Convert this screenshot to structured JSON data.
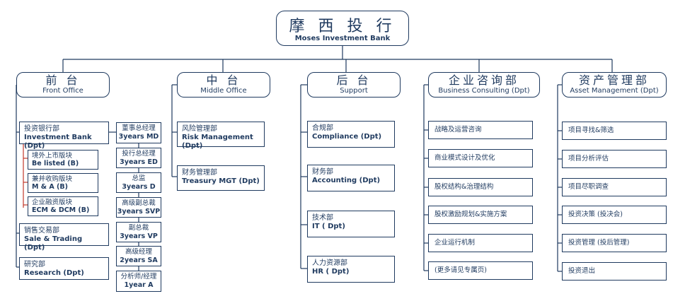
{
  "root": {
    "zh": "摩 西 投 行",
    "en": "Moses Investment Bank"
  },
  "departments": [
    {
      "zh": "前 台",
      "en": "Front Office",
      "units": [
        {
          "zh": "投资银行部",
          "en": "Investment Bank (Dpt)"
        },
        {
          "zh": "销售交易部",
          "en": "Sale & Trading (Dpt)"
        },
        {
          "zh": "研究部",
          "en": "Research (Dpt)"
        }
      ],
      "sub_units": [
        {
          "zh": "境外上市版块",
          "en": "Be listed (B)"
        },
        {
          "zh": "兼并收购版块",
          "en": "M & A (B)"
        },
        {
          "zh": "企业融资版块",
          "en": "ECM & DCM (B)"
        }
      ],
      "ranks": [
        {
          "zh": "董事总经理",
          "en": "3years MD"
        },
        {
          "zh": "投行总经理",
          "en": "3years ED"
        },
        {
          "zh": "总监",
          "en": "3years D"
        },
        {
          "zh": "高级副总裁",
          "en": "3years SVP"
        },
        {
          "zh": "副总裁",
          "en": "3years VP"
        },
        {
          "zh": "高级经理",
          "en": "2years SA"
        },
        {
          "zh": "分析师/经理",
          "en": "1year A"
        }
      ]
    },
    {
      "zh": "中 台",
      "en": "Middle Office",
      "units": [
        {
          "zh": "风险管理部",
          "en": "Risk Management (Dpt)"
        },
        {
          "zh": "财务管理部",
          "en": "Treasury MGT (Dpt)"
        }
      ]
    },
    {
      "zh": "后 台",
      "en": "Support",
      "units": [
        {
          "zh": "合规部",
          "en": "Compliance (Dpt)"
        },
        {
          "zh": "财务部",
          "en": "Accounting (Dpt)"
        },
        {
          "zh": "技术部",
          "en": "IT ( Dpt)"
        },
        {
          "zh": "人力资源部",
          "en": "HR ( Dpt)"
        }
      ]
    },
    {
      "zh": "企业咨询部",
      "en": "Business Consulting (Dpt)",
      "items": [
        "战略及运营咨询",
        "商业模式设计及优化",
        "股权结构&治理结构",
        "股权激励规划&实施方案",
        "企业运行机制",
        "(更多请见专属页)"
      ]
    },
    {
      "zh": "资产管理部",
      "en": "Asset Management (Dpt)",
      "items": [
        "项目寻找&筛选",
        "项目分析评估",
        "项目尽职调查",
        "投资决策 (投决会)",
        "投资管理 (投后管理)",
        "投资退出"
      ]
    }
  ],
  "colors": {
    "primary": "#1f3a5f",
    "accent": "#c0392b"
  }
}
